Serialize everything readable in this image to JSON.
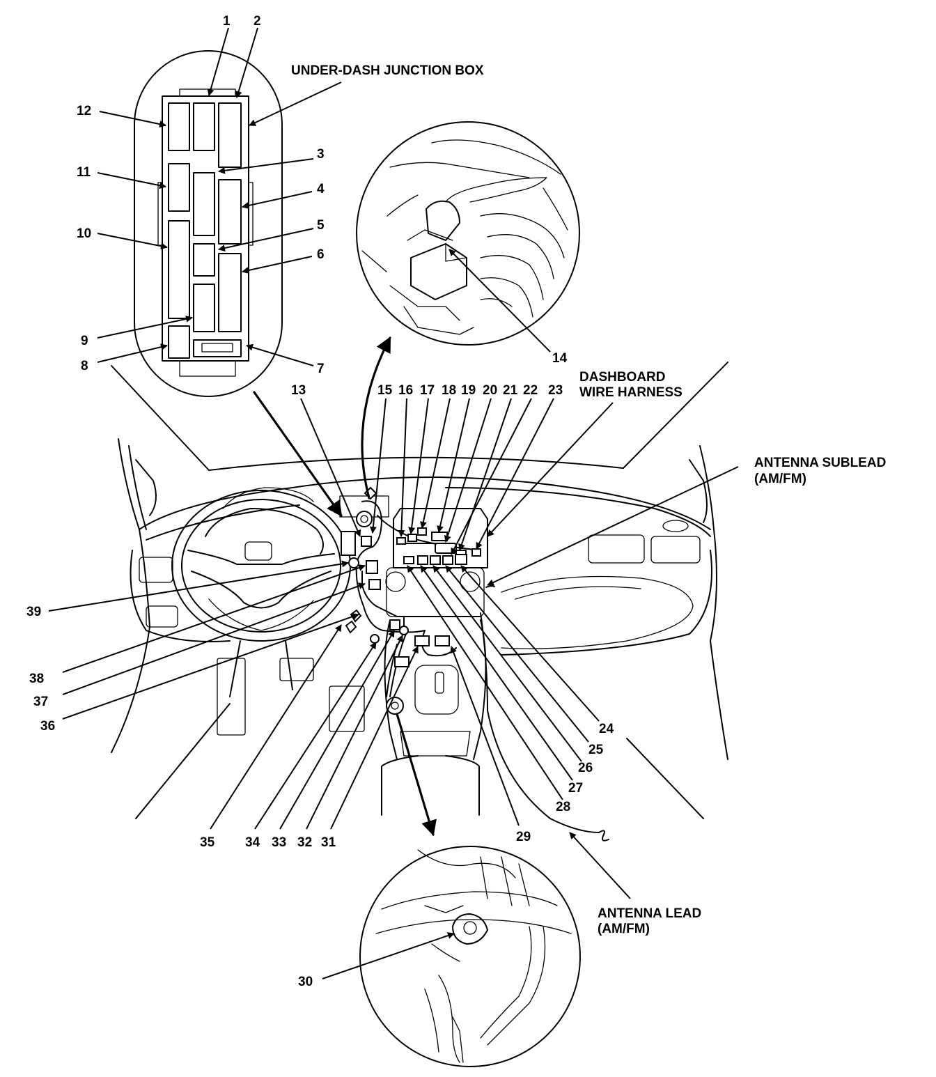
{
  "labels": {
    "junction_box": "UNDER-DASH JUNCTION BOX",
    "dashboard_harness_1": "DASHBOARD",
    "dashboard_harness_2": "WIRE HARNESS",
    "antenna_sublead_1": "ANTENNA SUBLEAD",
    "antenna_sublead_2": "(AM/FM)",
    "antenna_lead_1": "ANTENNA LEAD",
    "antenna_lead_2": "(AM/FM)"
  },
  "callouts": {
    "n1": "1",
    "n2": "2",
    "n3": "3",
    "n4": "4",
    "n5": "5",
    "n6": "6",
    "n7": "7",
    "n8": "8",
    "n9": "9",
    "n10": "10",
    "n11": "11",
    "n12": "12",
    "n13": "13",
    "n14": "14",
    "n15": "15",
    "n16": "16",
    "n17": "17",
    "n18": "18",
    "n19": "19",
    "n20": "20",
    "n21": "21",
    "n22": "22",
    "n23": "23",
    "n24": "24",
    "n25": "25",
    "n26": "26",
    "n27": "27",
    "n28": "28",
    "n29": "29",
    "n30": "30",
    "n31": "31",
    "n32": "32",
    "n33": "33",
    "n34": "34",
    "n35": "35",
    "n36": "36",
    "n37": "37",
    "n38": "38",
    "n39": "39"
  }
}
